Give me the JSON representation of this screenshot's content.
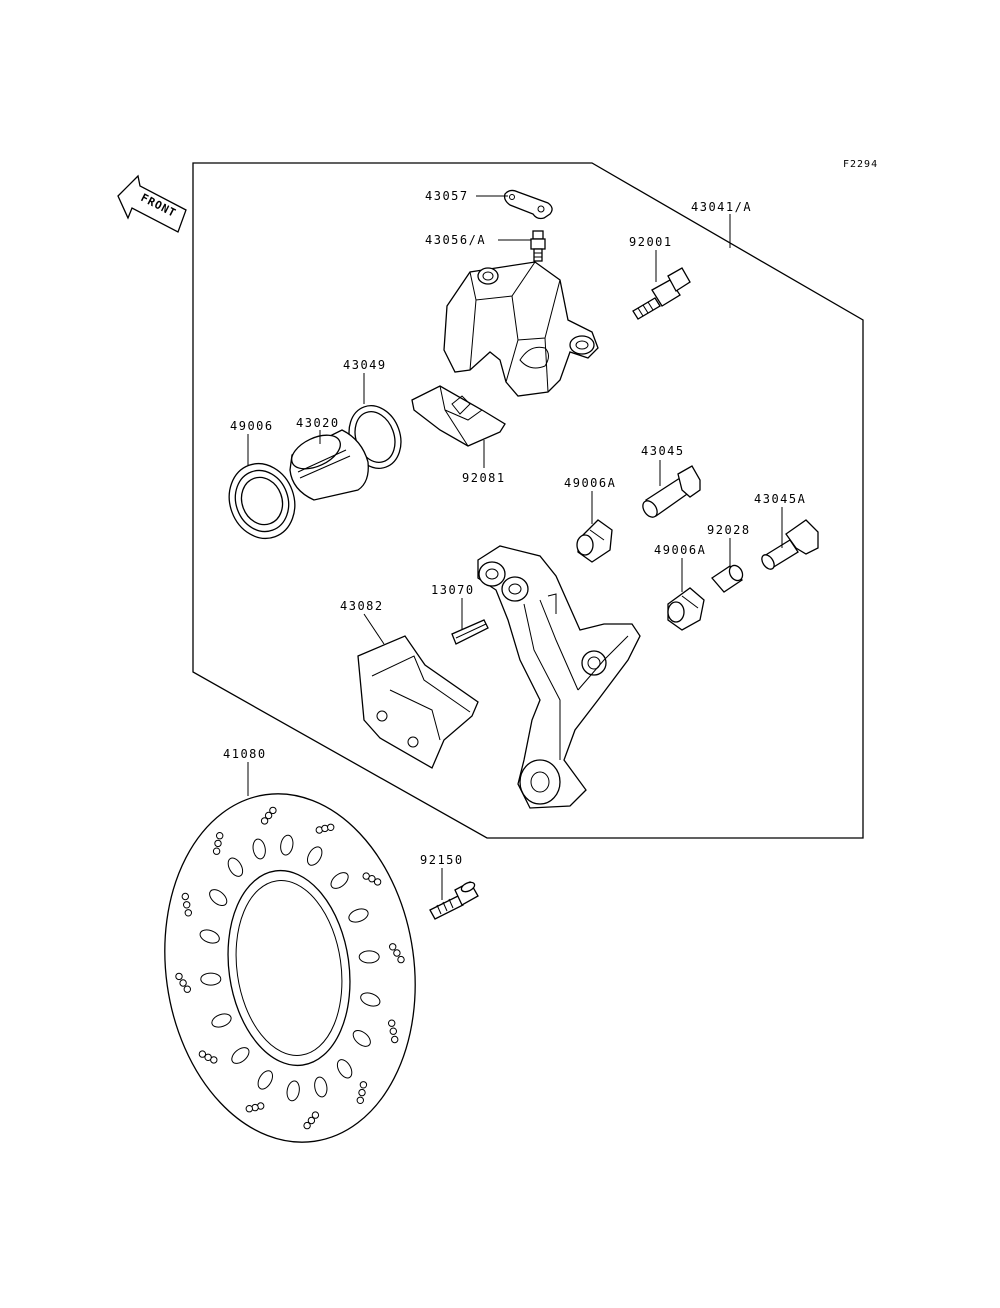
{
  "figure_code": "F2294",
  "front_indicator": "FRONT",
  "labels": {
    "p43057": "43057",
    "p43056A": "43056/A",
    "p43041A": "43041/A",
    "p92001": "92001",
    "p43049": "43049",
    "p43020": "43020",
    "p49006": "49006",
    "p92081": "92081",
    "p43045": "43045",
    "p49006A_1": "49006A",
    "p43045A": "43045A",
    "p92028": "92028",
    "p49006A_2": "49006A",
    "p13070": "13070",
    "p43082": "43082",
    "p41080": "41080",
    "p92150": "92150"
  }
}
